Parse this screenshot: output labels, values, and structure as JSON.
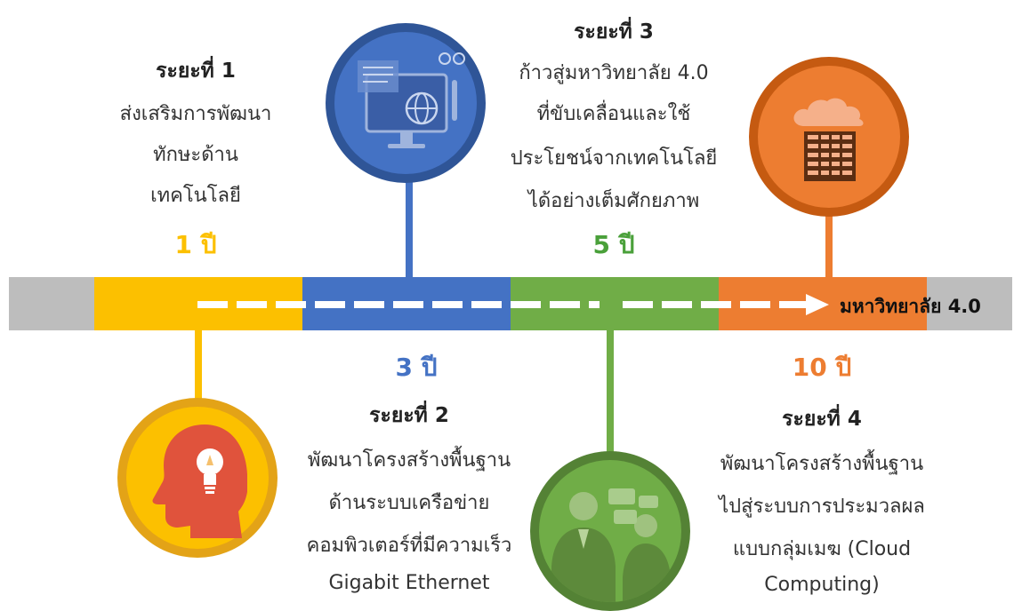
{
  "colors": {
    "gray": "#bdbdbd",
    "yellow": "#fcc000",
    "blue": "#4472c4",
    "green": "#70ad47",
    "orange": "#ed7d31",
    "head_red": "#e0533c"
  },
  "stage1": {
    "title": "ระยะที่ 1",
    "lines": [
      "ส่งเสริมการพัฒนา",
      "ทักษะด้าน",
      "เทคโนโลยี"
    ],
    "duration": "1 ปี",
    "icon": "head-lightbulb-icon"
  },
  "stage2": {
    "title": "ระยะที่ 2",
    "lines": [
      "พัฒนาโครงสร้างพื้นฐาน",
      "ด้านระบบเครือข่าย",
      "คอมพิวเตอร์ที่มีความเร็ว",
      "Gigabit Ethernet"
    ],
    "duration": "3 ปี",
    "icon": "computer-network-icon"
  },
  "stage3": {
    "title": "ระยะที่ 3",
    "lines": [
      "ก้าวสู่มหาวิทยาลัย 4.0",
      "ที่ขับเคลื่อนและใช้",
      "ประโยชน์จากเทคโนโลยี",
      "ได้อย่างเต็มศักยภาพ"
    ],
    "duration": "5 ปี",
    "icon": "people-chat-icon"
  },
  "stage4": {
    "title": "ระยะที่ 4",
    "lines": [
      "พัฒนาโครงสร้างพื้นฐาน",
      "ไปสู่ระบบการประมวลผล",
      "แบบกลุ่มเมฆ (Cloud",
      "Computing)"
    ],
    "duration": "10 ปี",
    "icon": "cloud-server-icon"
  },
  "end_label": "มหาวิทยาลัย 4.0"
}
